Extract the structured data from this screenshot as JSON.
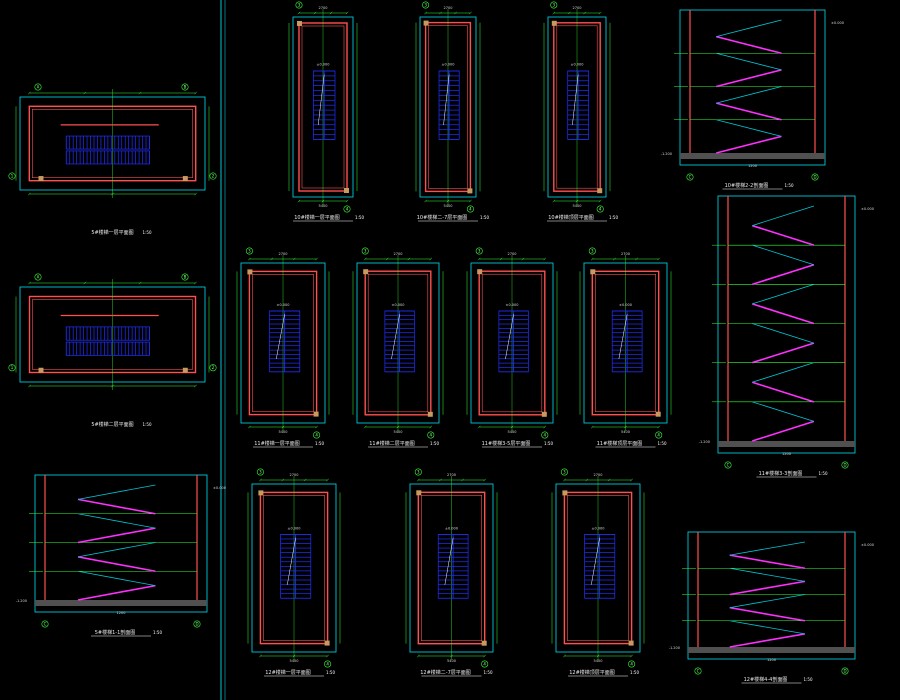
{
  "colors": {
    "background": "#000000",
    "frame": "#00c8d8",
    "wall": "#ff5050",
    "dim": "#30ff30",
    "stair": "#2030ff",
    "section": "#ff30ff",
    "axis": "#ffff00",
    "text": "#ffffff"
  },
  "drawings": [
    {
      "id": "d1",
      "kind": "plan-wide",
      "title": "5#楼梯一层平面图",
      "scale": "1:50"
    },
    {
      "id": "d2",
      "kind": "plan-wide",
      "title": "5#楼梯二层平面图",
      "scale": "1:50"
    },
    {
      "id": "d3",
      "kind": "section",
      "title": "5#楼梯1-1剖面图",
      "scale": "1:50"
    },
    {
      "id": "d4",
      "kind": "plan-tall",
      "title": "10#楼梯一层平面图",
      "scale": "1:50"
    },
    {
      "id": "d5",
      "kind": "plan-tall",
      "title": "10#楼梯二-7层平面图",
      "scale": "1:50"
    },
    {
      "id": "d6",
      "kind": "plan-tall",
      "title": "10#楼梯顶层平面图",
      "scale": "1:50"
    },
    {
      "id": "d7",
      "kind": "section",
      "title": "10#楼梯2-2剖面图",
      "scale": "1:50"
    },
    {
      "id": "d8",
      "kind": "plan-mid",
      "title": "11#楼梯一层平面图",
      "scale": "1:50"
    },
    {
      "id": "d9",
      "kind": "plan-mid",
      "title": "11#楼梯二层平面图",
      "scale": "1:50"
    },
    {
      "id": "d10",
      "kind": "plan-mid",
      "title": "11#楼梯3-5层平面图",
      "scale": "1:50"
    },
    {
      "id": "d11",
      "kind": "plan-mid",
      "title": "11#楼梯顶层平面图",
      "scale": "1:50"
    },
    {
      "id": "d12",
      "kind": "section-tall",
      "title": "11#楼梯3-3剖面图",
      "scale": "1:50"
    },
    {
      "id": "d13",
      "kind": "plan-mid",
      "title": "12#楼梯一层平面图",
      "scale": "1:50"
    },
    {
      "id": "d14",
      "kind": "plan-mid",
      "title": "12#楼梯二-7层平面图",
      "scale": "1:50"
    },
    {
      "id": "d15",
      "kind": "plan-mid",
      "title": "12#楼梯顶层平面图",
      "scale": "1:50"
    },
    {
      "id": "d16",
      "kind": "section",
      "title": "12#楼梯4-4剖面图",
      "scale": "1:50"
    }
  ],
  "marks": {
    "elev_neg": "-1.200",
    "elev_zero": "±0.000",
    "dim_a": "2700",
    "dim_b": "5400",
    "dim_c": "1200",
    "axes": [
      "1",
      "2",
      "3",
      "4",
      "A",
      "B",
      "C",
      "D"
    ]
  }
}
